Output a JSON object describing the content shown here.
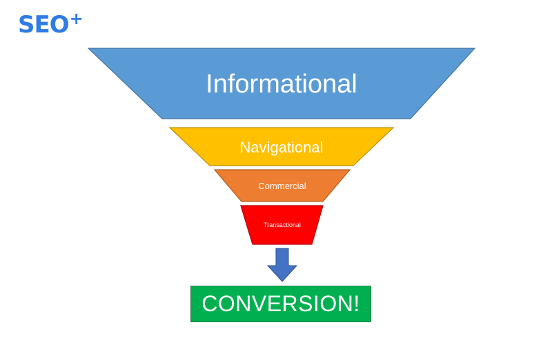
{
  "logo": {
    "text": "SEO",
    "superscript": "+"
  },
  "funnel": {
    "stages": [
      {
        "label": "Informational",
        "color": "#5b9bd5"
      },
      {
        "label": "Navigational",
        "color": "#ffc000"
      },
      {
        "label": "Commercial",
        "color": "#ed7d31"
      },
      {
        "label": "Transactional",
        "color": "#ff0000"
      }
    ],
    "arrow_color": "#4472c4",
    "conversion": {
      "label": "CONVERSION!",
      "color": "#00b050"
    }
  }
}
